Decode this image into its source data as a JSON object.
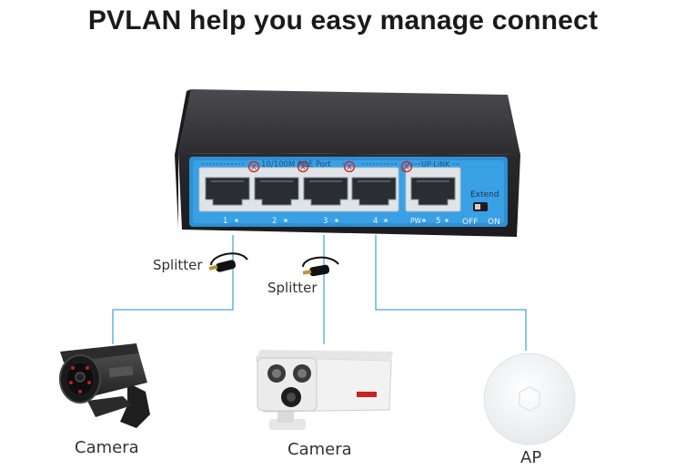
{
  "title": "PVLAN help you easy manage connect",
  "switch": {
    "port_group_label": "10/100M POE Port",
    "uplink_label": "UP-LINK",
    "extend_label": "Extend",
    "port_numbers": [
      "1",
      "2",
      "3",
      "4",
      "5"
    ],
    "pw_label": "PW",
    "off_label": "OFF",
    "on_label": "ON",
    "panel_color": "#2e8fd3",
    "body_color": "#2a2a2e"
  },
  "splitters": [
    {
      "label": "Splitter"
    },
    {
      "label": "Splitter"
    }
  ],
  "devices": [
    {
      "label": "Camera",
      "icon": "bullet-camera-icon"
    },
    {
      "label": "Camera",
      "icon": "dome-bullet-camera-icon"
    },
    {
      "label": "AP",
      "icon": "access-point-icon"
    }
  ],
  "isolation_markers": {
    "count": 4,
    "glyph": "X",
    "color": "#d0201a"
  },
  "connection_line_color": "#4aa9d6"
}
